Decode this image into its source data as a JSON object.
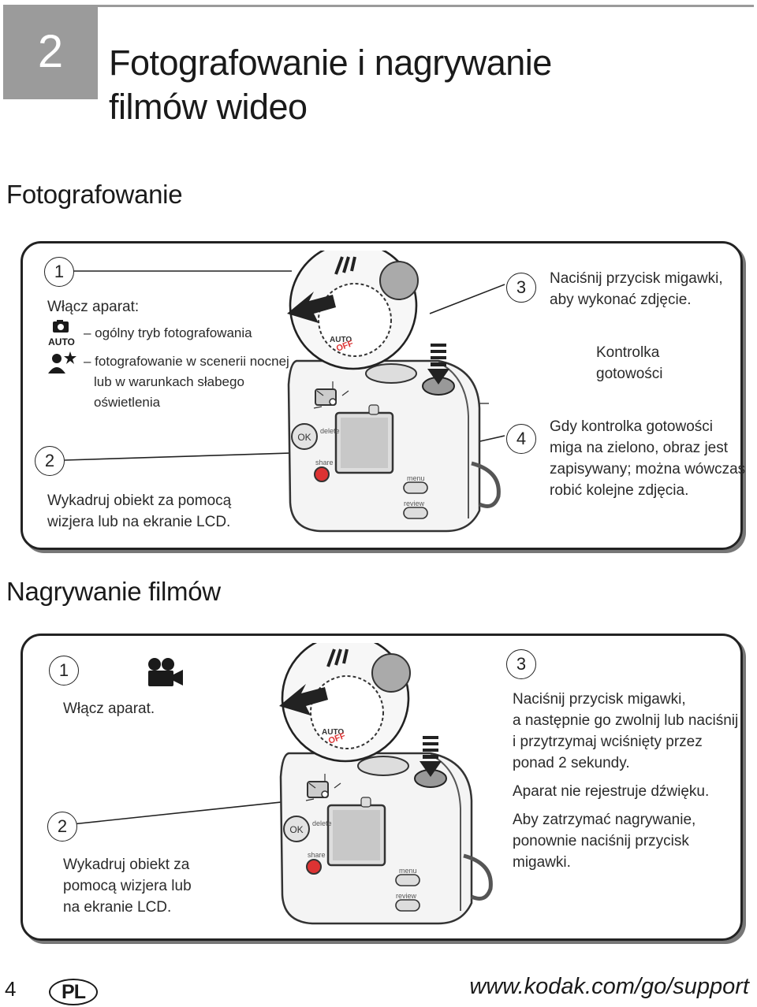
{
  "chapter": {
    "number": "2",
    "title_line1": "Fotografowanie i nagrywanie",
    "title_line2": "filmów wideo"
  },
  "photo_section": {
    "heading": "Fotografowanie",
    "step1": {
      "number": "1",
      "text": "Włącz aparat:"
    },
    "modes": [
      {
        "icon": "camera-auto-icon",
        "icon_label": "AUTO",
        "line1": "– ogólny tryb fotografowania"
      },
      {
        "icon": "night-scene-icon",
        "line1": "– fotografowanie w scenerii nocnej",
        "line2": "lub w warunkach słabego",
        "line3": "oświetlenia"
      }
    ],
    "step2": {
      "number": "2",
      "line1": "Wykadruj obiekt za pomocą",
      "line2": "wizjera lub na ekranie LCD."
    },
    "step3": {
      "number": "3",
      "line1": "Naciśnij przycisk migawki,",
      "line2": "aby wykonać zdjęcie."
    },
    "indicator": {
      "line1": "Kontrolka",
      "line2": "gotowości"
    },
    "step4": {
      "number": "4",
      "line1": "Gdy kontrolka gotowości",
      "line2": "miga na zielono, obraz jest",
      "line3": "zapisywany; można wówczas",
      "line4": "robić kolejne zdjęcia."
    }
  },
  "video_section": {
    "heading": "Nagrywanie filmów",
    "step1": {
      "number": "1",
      "icon": "video-camera-icon",
      "text": "Włącz aparat."
    },
    "step2": {
      "number": "2",
      "line1": "Wykadruj obiekt za",
      "line2": "pomocą wizjera lub",
      "line3": "na ekranie LCD."
    },
    "step3": {
      "number": "3",
      "line1": "Naciśnij przycisk migawki,",
      "line2": "a następnie go zwolnij lub naciśnij",
      "line3": "i przytrzymaj wciśnięty przez",
      "line4": "ponad 2 sekundy.",
      "note": "Aparat nie rejestruje dźwięku.",
      "stop_line1": "Aby zatrzymać nagrywanie,",
      "stop_line2": "ponownie naciśnij przycisk",
      "stop_line3": "migawki."
    }
  },
  "camera_labels": {
    "auto": "AUTO",
    "off": "OFF",
    "ok": "OK",
    "delete": "delete",
    "share": "share",
    "menu": "menu",
    "review": "review"
  },
  "footer": {
    "page_number": "4",
    "language": "PL",
    "url": "www.kodak.com/go/support"
  }
}
